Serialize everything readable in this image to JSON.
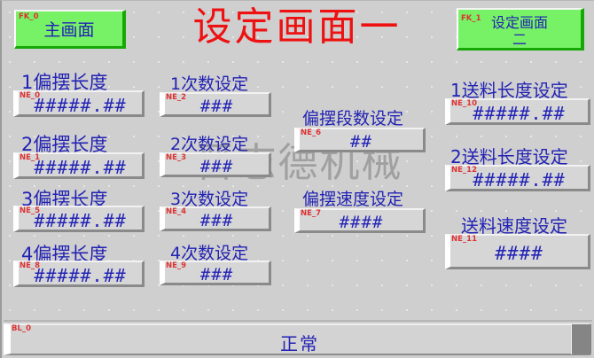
{
  "header": {
    "title": "设定画面一",
    "main_button": {
      "label": "主画面",
      "tag": "FK_0"
    },
    "screen2_button": {
      "label": "设定画面\n二",
      "tag": "FK_1"
    }
  },
  "watermark": "晋志德机械",
  "columns": {
    "swing_length": [
      {
        "label": "1偏摆长度",
        "tag": "NE_0",
        "value": "#####.##"
      },
      {
        "label": "2偏摆长度",
        "tag": "NE_1",
        "value": "#####.##"
      },
      {
        "label": "3偏摆长度",
        "tag": "NE_5",
        "value": "#####.##"
      },
      {
        "label": "4偏摆长度",
        "tag": "NE_8",
        "value": "#####.##"
      }
    ],
    "count_setting": [
      {
        "label": "1次数设定",
        "tag": "NE_2",
        "value": "###"
      },
      {
        "label": "2次数设定",
        "tag": "NE_3",
        "value": "###"
      },
      {
        "label": "3次数设定",
        "tag": "NE_4",
        "value": "###"
      },
      {
        "label": "4次数设定",
        "tag": "NE_9",
        "value": "###"
      }
    ],
    "swing_params": [
      {
        "label": "偏摆段数设定",
        "tag": "NE_6",
        "value": "##"
      },
      {
        "label": "偏摆速度设定",
        "tag": "NE_7",
        "value": "####"
      }
    ],
    "feed_params": [
      {
        "label": "1送料长度设定",
        "tag": "NE_10",
        "value": "#####.##"
      },
      {
        "label": "2送料长度设定",
        "tag": "NE_12",
        "value": "#####.##"
      },
      {
        "label": "送料速度设定",
        "tag": "NE_11",
        "value": "####"
      }
    ]
  },
  "status": {
    "tag": "BL_0",
    "text": "正常"
  },
  "colors": {
    "background": "#cfcfcf",
    "button_green": "#77f266",
    "title_red": "#ee1111",
    "text_blue": "#2222b4",
    "tag_red": "#dd3333"
  }
}
